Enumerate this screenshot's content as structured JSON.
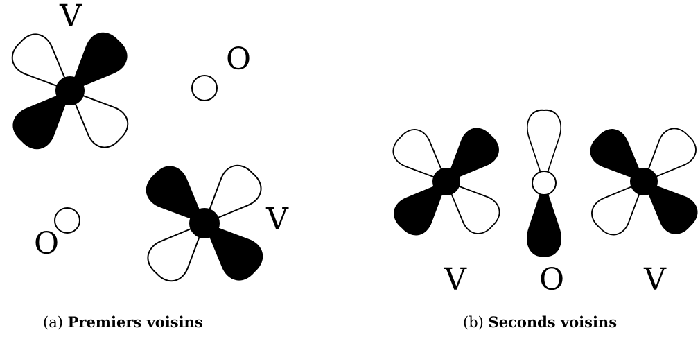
{
  "panel_a": {
    "caption_tag": "(a)",
    "caption_title": "Premiers voisins",
    "labels": {
      "v_top": "V",
      "o_top": "O",
      "v_bottom": "V",
      "o_bottom": "O"
    }
  },
  "panel_b": {
    "caption_tag": "(b)",
    "caption_title": "Seconds voisins",
    "labels": {
      "v_left": "V",
      "o_middle": "O",
      "v_right": "V"
    }
  },
  "colors": {
    "ink": "#000000",
    "background": "#ffffff"
  }
}
